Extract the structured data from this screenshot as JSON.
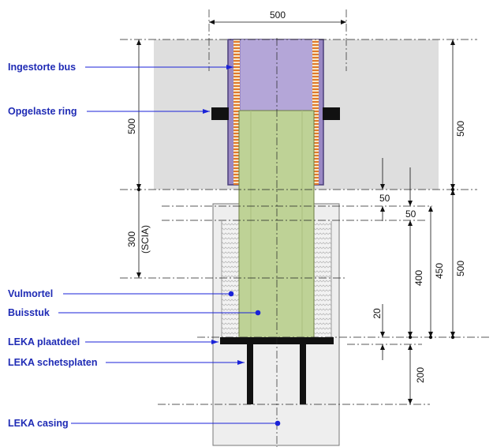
{
  "colors": {
    "label_text": "#1f2bb5",
    "leader_line": "#1a22d8",
    "concrete_gray": "#dcdcdc",
    "bus_purple": "#9a88c4",
    "bus_outline": "#4a3f7a",
    "pipe_green": "#bed296",
    "grout_hatch": "#c8c8c8",
    "steel_black": "#111111",
    "casing_fill": "#ececec",
    "corrugation": "#e07a2a"
  },
  "labels": {
    "ingestorte_bus": "Ingestorte bus",
    "opgelaste_ring": "Opgelaste ring",
    "vulmortel": "Vulmortel",
    "buisstuk": "Buisstuk",
    "leka_plaatdeel": "LEKA plaatdeel",
    "leka_schetsplaten": "LEKA schetsplaten",
    "leka_casing": "LEKA casing"
  },
  "dimensions": {
    "top_width": "500",
    "left_upper": "500",
    "left_lower": "300",
    "left_lower_note": "(SCIA)",
    "right_outer": "500",
    "right_outer_lower": "500",
    "right_450": "450",
    "right_400": "400",
    "right_50_a": "50",
    "right_50_b": "50",
    "right_20": "20",
    "right_200": "200"
  }
}
